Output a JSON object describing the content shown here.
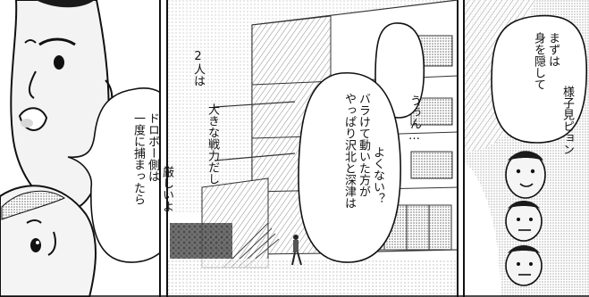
{
  "panels": [
    {
      "id": "left",
      "bubbles": [
        {
          "id": "bubble-left-top",
          "lines": [
            "2人は",
            "大きな戦力だし"
          ]
        },
        {
          "id": "bubble-left-bottom",
          "lines": [
            "一度に捕まったら",
            "ドロボー側は",
            "厳しいよ"
          ]
        }
      ]
    },
    {
      "id": "middle",
      "bubbles": [
        {
          "id": "bubble-mid-top",
          "lines": [
            "うぅん…"
          ]
        },
        {
          "id": "bubble-mid-main",
          "lines": [
            "やっぱり沢北と深津は",
            "バラけて動いた方が",
            "よくない？"
          ]
        }
      ]
    },
    {
      "id": "right",
      "bubbles": [
        {
          "id": "bubble-right",
          "lines": [
            "身を隠して",
            "まずは",
            "様子見ピョン"
          ]
        }
      ]
    }
  ],
  "colors": {
    "ink": "#111111",
    "paper": "#ffffff",
    "screentone": "#d9d9d9",
    "skin": "#f2f2f2"
  }
}
